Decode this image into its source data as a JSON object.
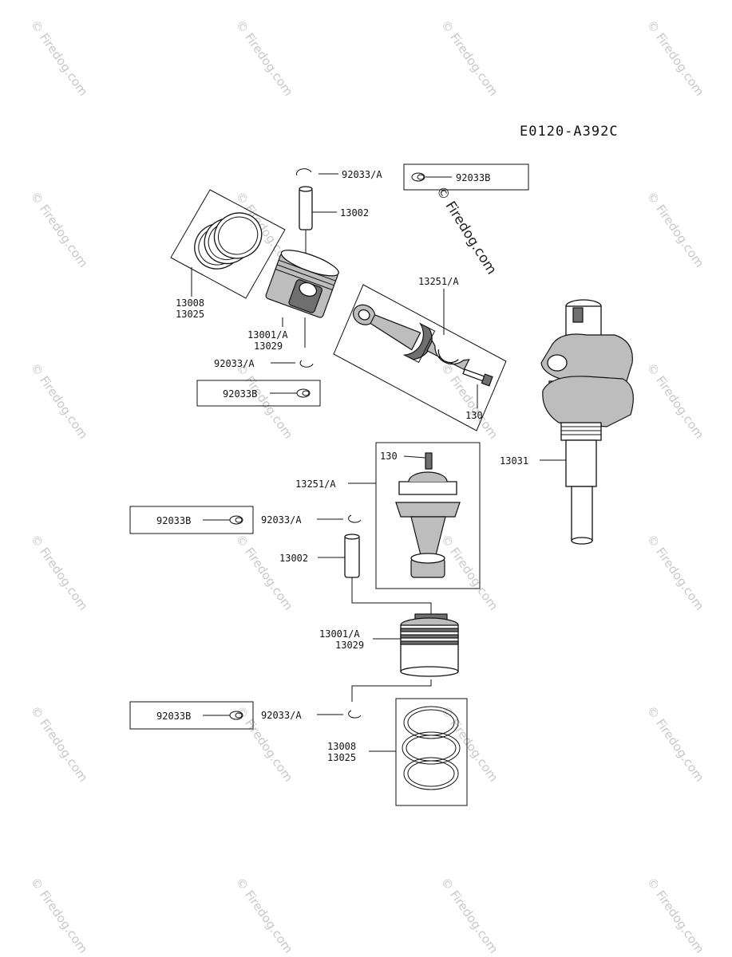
{
  "diagram": {
    "code": "E0120-A392C",
    "watermark": "© Firedog.com",
    "labels": {
      "snapring_top": "92033/A",
      "snapring_top_alt": "92033B",
      "pin_top": "13002",
      "rings_top_1": "13008",
      "rings_top_2": "13025",
      "piston_top_1": "13001/A",
      "piston_top_2": "13029",
      "snapring_mid": "92033/A",
      "snapring_mid_alt": "92033B",
      "conrod_top": "13251/A",
      "bolt_top": "130",
      "crankshaft": "13031",
      "bolt_bottom": "130",
      "conrod_bottom": "13251/A",
      "snapring_bottom1_alt": "92033B",
      "snapring_bottom1": "92033/A",
      "pin_bottom": "13002",
      "piston_bottom_1": "13001/A",
      "piston_bottom_2": "13029",
      "snapring_bottom2_alt": "92033B",
      "snapring_bottom2": "92033/A",
      "rings_bottom_1": "13008",
      "rings_bottom_2": "13025"
    }
  }
}
